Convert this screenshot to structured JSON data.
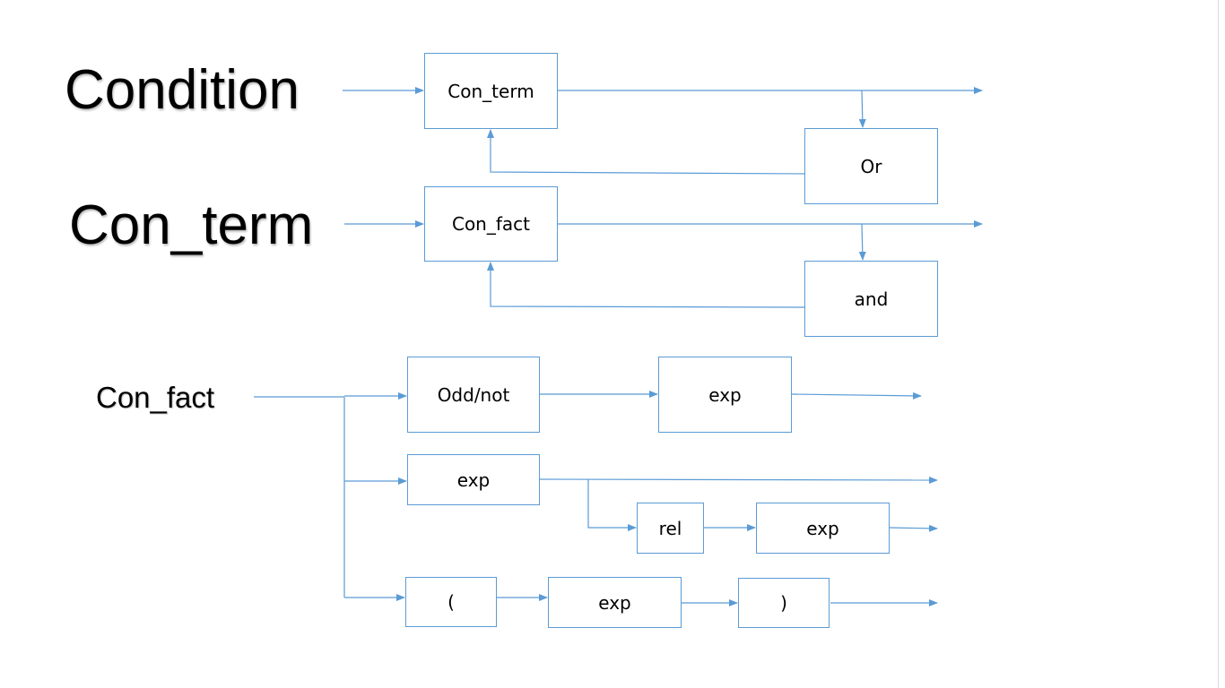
{
  "labels": {
    "condition": "Condition",
    "con_term": "Con_term",
    "con_fact": "Con_fact"
  },
  "boxes": {
    "con_term": "Con_term",
    "or": "Or",
    "con_fact": "Con_fact",
    "and": "and",
    "odd_not": "Odd/not",
    "exp_after_odd": "exp",
    "exp_alt": "exp",
    "rel": "rel",
    "exp_after_rel": "exp",
    "lparen": "(",
    "exp_paren": "exp",
    "rparen": ")"
  },
  "colors": {
    "connector": "#5b9bd5",
    "text": "#000000",
    "background": "#ffffff"
  }
}
